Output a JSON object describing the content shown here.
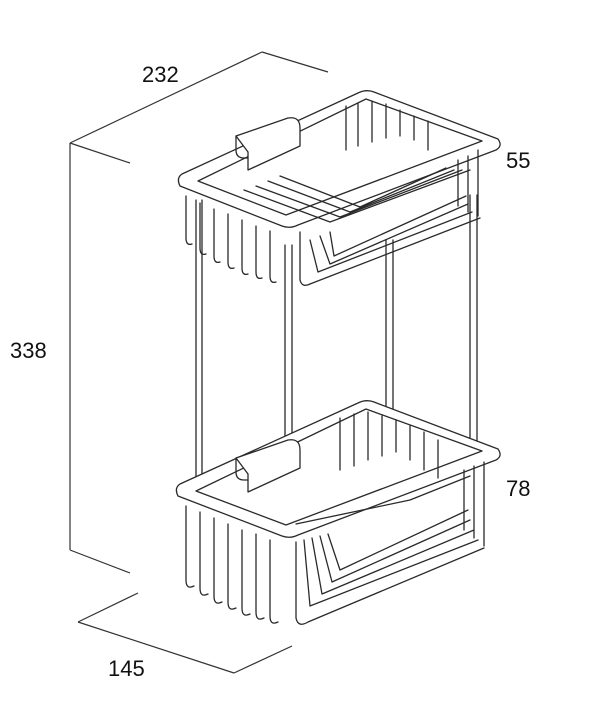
{
  "dimensions": {
    "width": "232",
    "height": "338",
    "depth": "145",
    "top_basket_height": "55",
    "bottom_basket_height": "78"
  },
  "colors": {
    "line": "#2a2a2a",
    "fill": "#ffffff",
    "dimension_line": "#333333"
  }
}
